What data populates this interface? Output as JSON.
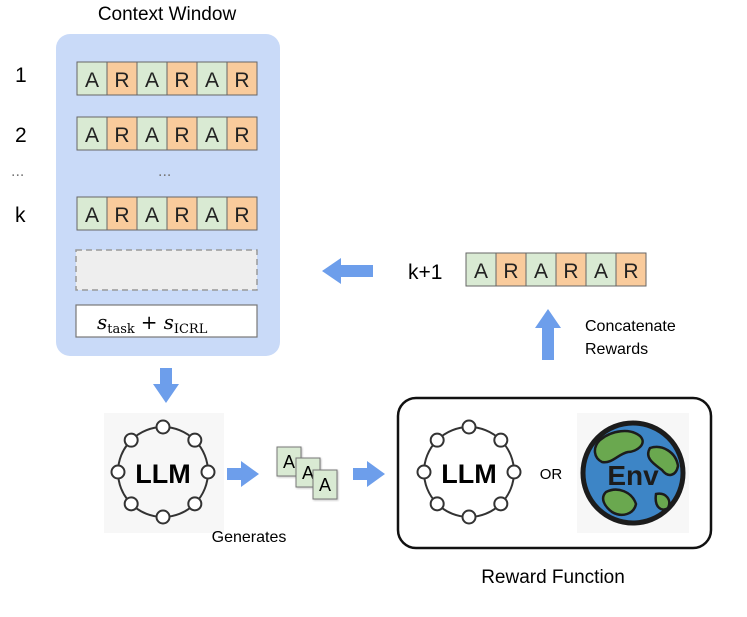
{
  "context_window": {
    "title": "Context Window",
    "rows": [
      {
        "label": "1",
        "tokens": [
          "A",
          "R",
          "A",
          "R",
          "A",
          "R"
        ]
      },
      {
        "label": "2",
        "tokens": [
          "A",
          "R",
          "A",
          "R",
          "A",
          "R"
        ]
      },
      {
        "label": "k",
        "tokens": [
          "A",
          "R",
          "A",
          "R",
          "A",
          "R"
        ]
      }
    ],
    "ellipsis_label": "...",
    "ellipsis_mid": "...",
    "prompt": {
      "s": "s",
      "sub1": "task",
      "plus": "+",
      "s2": "s",
      "sub2": "ICRL"
    }
  },
  "new_row": {
    "label": "k+1",
    "tokens": [
      "A",
      "R",
      "A",
      "R",
      "A",
      "R"
    ]
  },
  "concat": {
    "line1": "Concatenate",
    "line2": "Rewards"
  },
  "llm": {
    "label": "LLM"
  },
  "generates": "Generates",
  "actions": [
    "A",
    "A",
    "A"
  ],
  "reward": {
    "llm_label": "LLM",
    "or": "OR",
    "env_label": "Env",
    "title": "Reward Function"
  },
  "colors": {
    "action_fill": "#d9ead3",
    "reward_fill": "#f9cb9c",
    "panel": "#c9daf8",
    "arrow": "#6d9eeb",
    "ocean": "#3d85c6",
    "land": "#6aa84f"
  }
}
